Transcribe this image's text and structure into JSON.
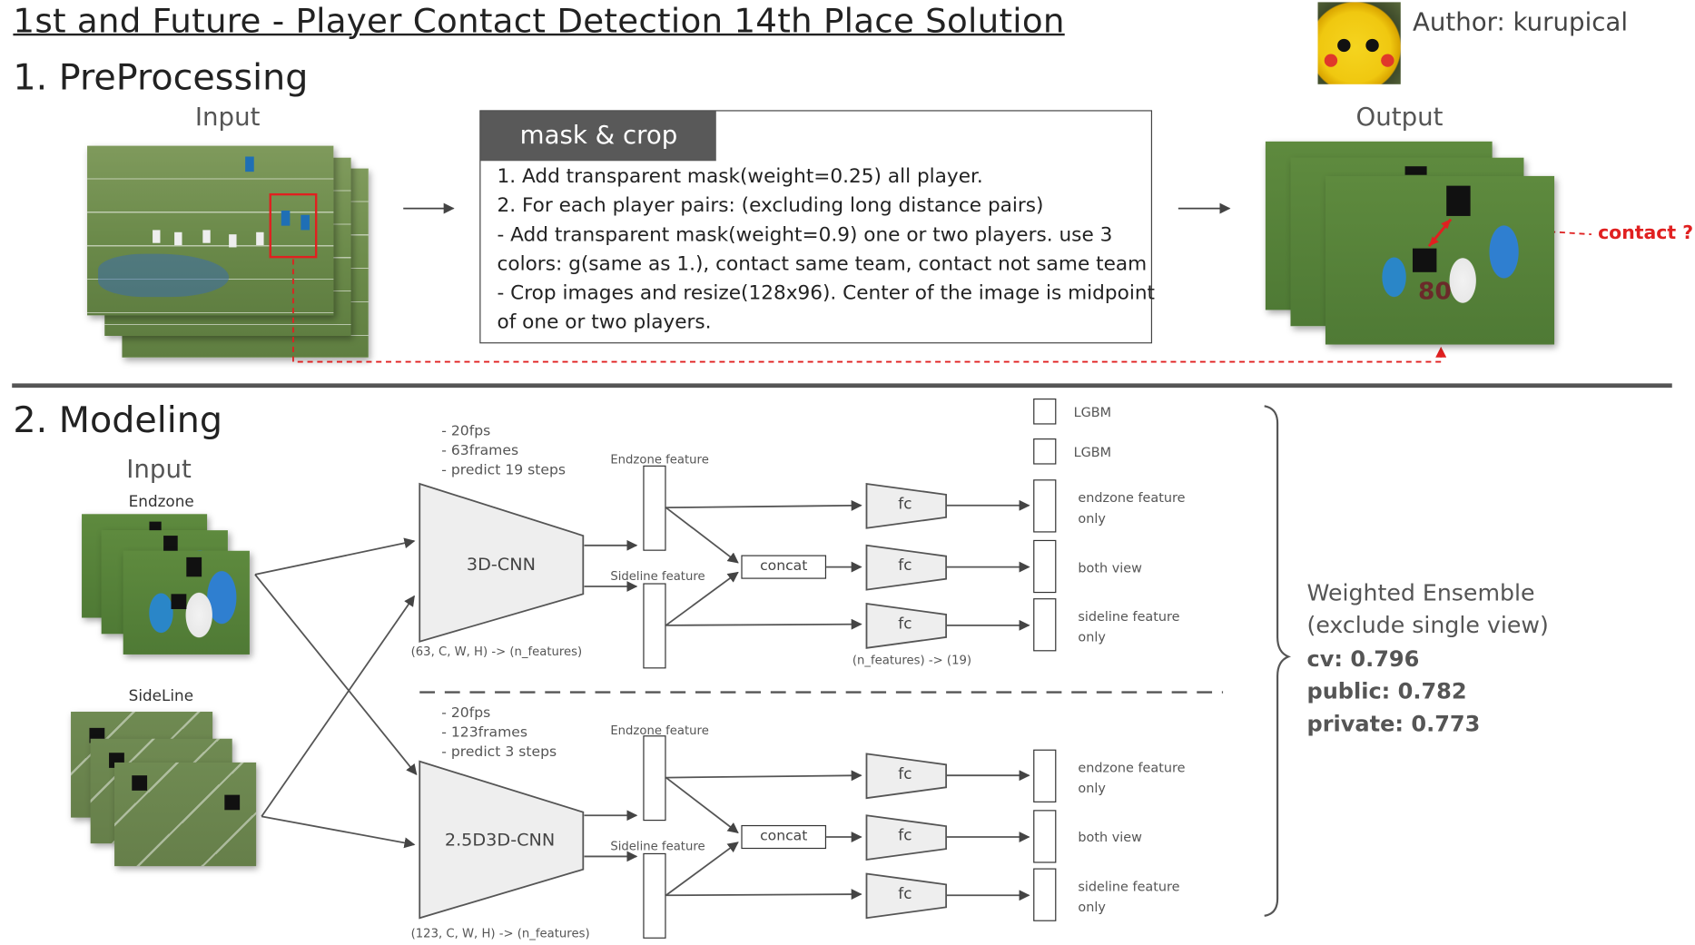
{
  "header": {
    "title": "1st and Future - Player Contact Detection   14th Place Solution",
    "author": "Author: kurupical"
  },
  "preprocessing": {
    "heading": "1.  PreProcessing",
    "input_label": "Input",
    "output_label": "Output",
    "box_title": "mask & crop",
    "box_lines": [
      "1. Add transparent mask(weight=0.25) all player.",
      "2. For each player pairs: (excluding long distance pairs)",
      "- Add transparent mask(weight=0.9) one or two players. use 3",
      "colors: g(same as 1.), contact same team, contact not same team",
      "- Crop images and resize(128x96). Center of the image is midpoint",
      "of one or two players."
    ],
    "contact_label": "contact ?",
    "jersey_number": "80"
  },
  "modeling": {
    "heading": "2.  Modeling",
    "input_label": "Input",
    "endzone_label": "Endzone",
    "sideline_label": "SideLine",
    "lgbm_labels": [
      "LGBM",
      "LGBM"
    ],
    "top": {
      "notes": [
        "- 20fps",
        "- 63frames",
        "- predict 19 steps"
      ],
      "cnn_label": "3D-CNN",
      "shape_note": "(63, C, W, H) -> (n_features)",
      "endzone_feature": "Endzone feature",
      "sideline_feature": "Sideline feature",
      "concat": "concat",
      "fc": [
        "fc",
        "fc",
        "fc"
      ],
      "fc_note": "(n_features) -> (19)",
      "outputs": [
        [
          "endzone feature",
          "only"
        ],
        [
          "both view"
        ],
        [
          "sideline feature",
          "only"
        ]
      ]
    },
    "bottom": {
      "notes": [
        "- 20fps",
        "- 123frames",
        "- predict 3 steps"
      ],
      "cnn_label": "2.5D3D-CNN",
      "shape_note": "(123, C, W, H) -> (n_features)",
      "endzone_feature": "Endzone feature",
      "sideline_feature": "Sideline feature",
      "concat": "concat",
      "fc": [
        "fc",
        "fc",
        "fc"
      ],
      "outputs": [
        [
          "endzone feature",
          "only"
        ],
        [
          "both view"
        ],
        [
          "sideline feature",
          "only"
        ]
      ]
    },
    "ensemble": {
      "title": "Weighted Ensemble",
      "subtitle": " (exclude single view)",
      "cv": "cv: 0.796",
      "public": "public: 0.782",
      "private": "private: 0.773"
    }
  },
  "colors": {
    "accent_red": "#e02020",
    "box_header": "#595959",
    "cnn_fill": "#eeeeee",
    "divider": "#555555"
  }
}
